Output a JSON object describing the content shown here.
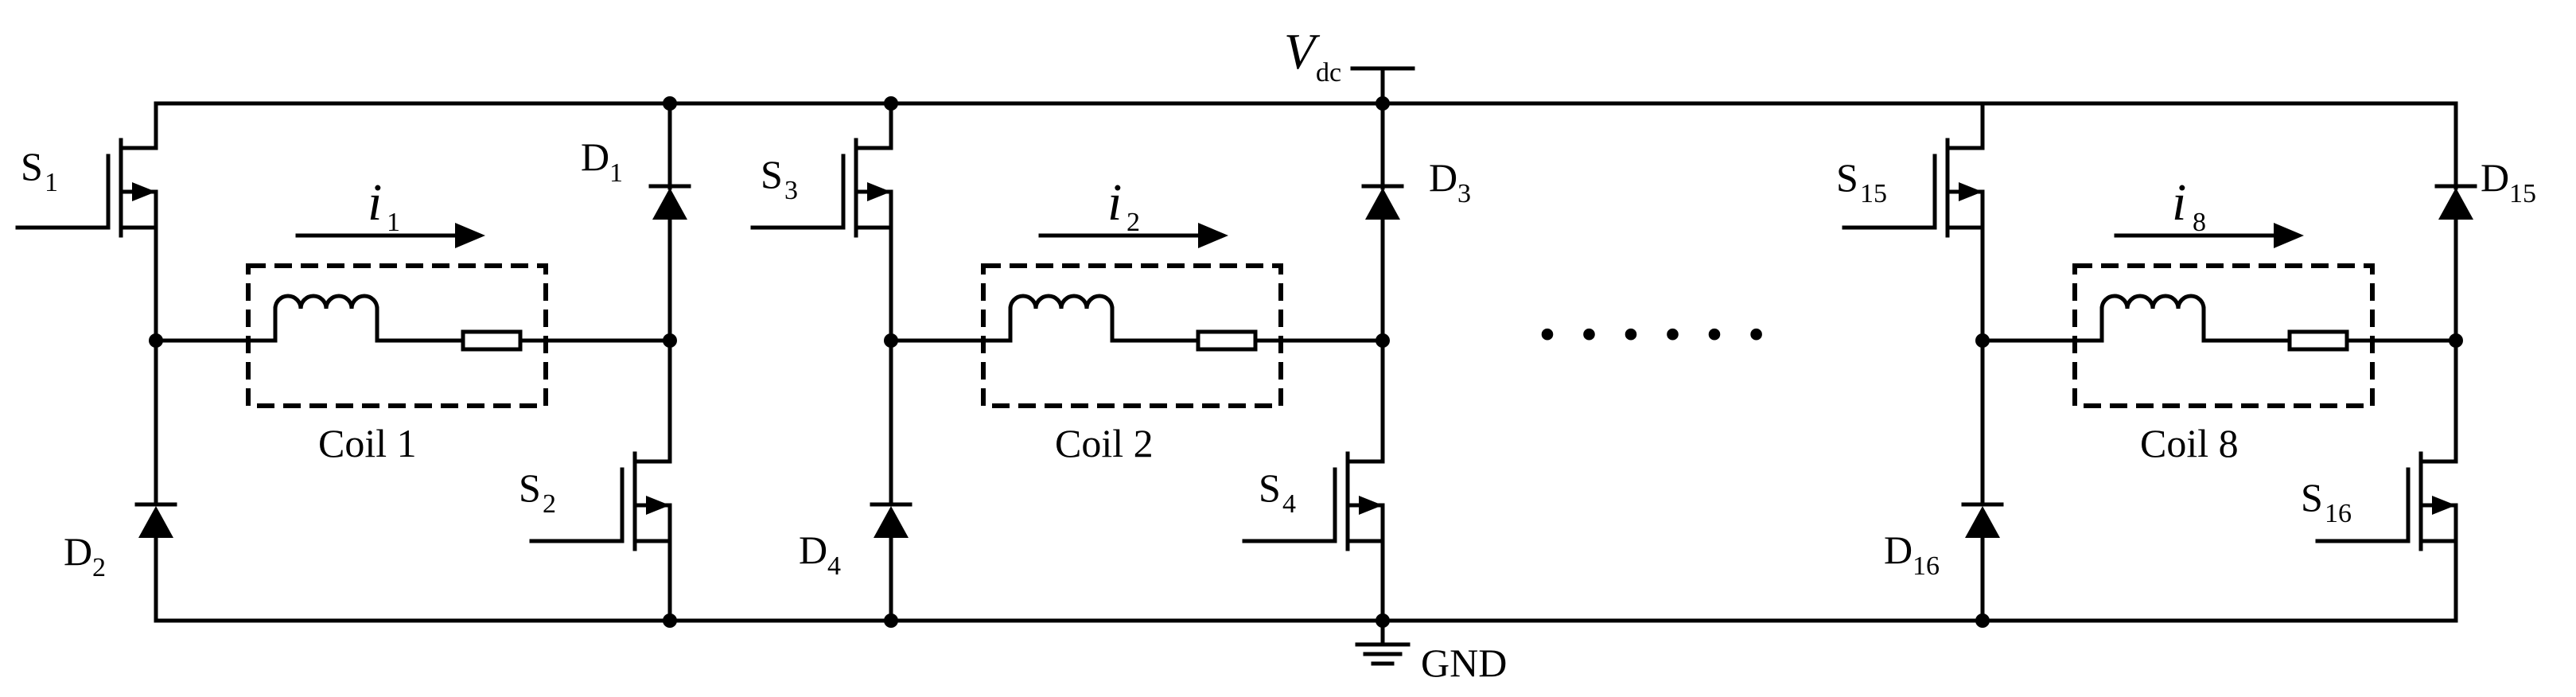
{
  "supply": {
    "symbol": "V",
    "subscript": "dc"
  },
  "ground": {
    "label": "GND"
  },
  "ellipsis": "· · · · · ·",
  "legs": [
    {
      "coil": "Coil 1",
      "current": {
        "symbol": "i",
        "sub": "1"
      },
      "top_switch": {
        "prefix": "S",
        "sub": "1"
      },
      "bottom_switch": {
        "prefix": "S",
        "sub": "2"
      },
      "top_diode": {
        "prefix": "D",
        "sub": "1"
      },
      "bottom_diode": {
        "prefix": "D",
        "sub": "2"
      }
    },
    {
      "coil": "Coil 2",
      "current": {
        "symbol": "i",
        "sub": "2"
      },
      "top_switch": {
        "prefix": "S",
        "sub": "3"
      },
      "bottom_switch": {
        "prefix": "S",
        "sub": "4"
      },
      "top_diode": {
        "prefix": "D",
        "sub": "3"
      },
      "bottom_diode": {
        "prefix": "D",
        "sub": "4"
      }
    },
    {
      "coil": "Coil 8",
      "current": {
        "symbol": "i",
        "sub": "8"
      },
      "top_switch": {
        "prefix": "S",
        "sub": "15"
      },
      "bottom_switch": {
        "prefix": "S",
        "sub": "16"
      },
      "top_diode": {
        "prefix": "D",
        "sub": "15"
      },
      "bottom_diode": {
        "prefix": "D",
        "sub": "16"
      }
    }
  ]
}
